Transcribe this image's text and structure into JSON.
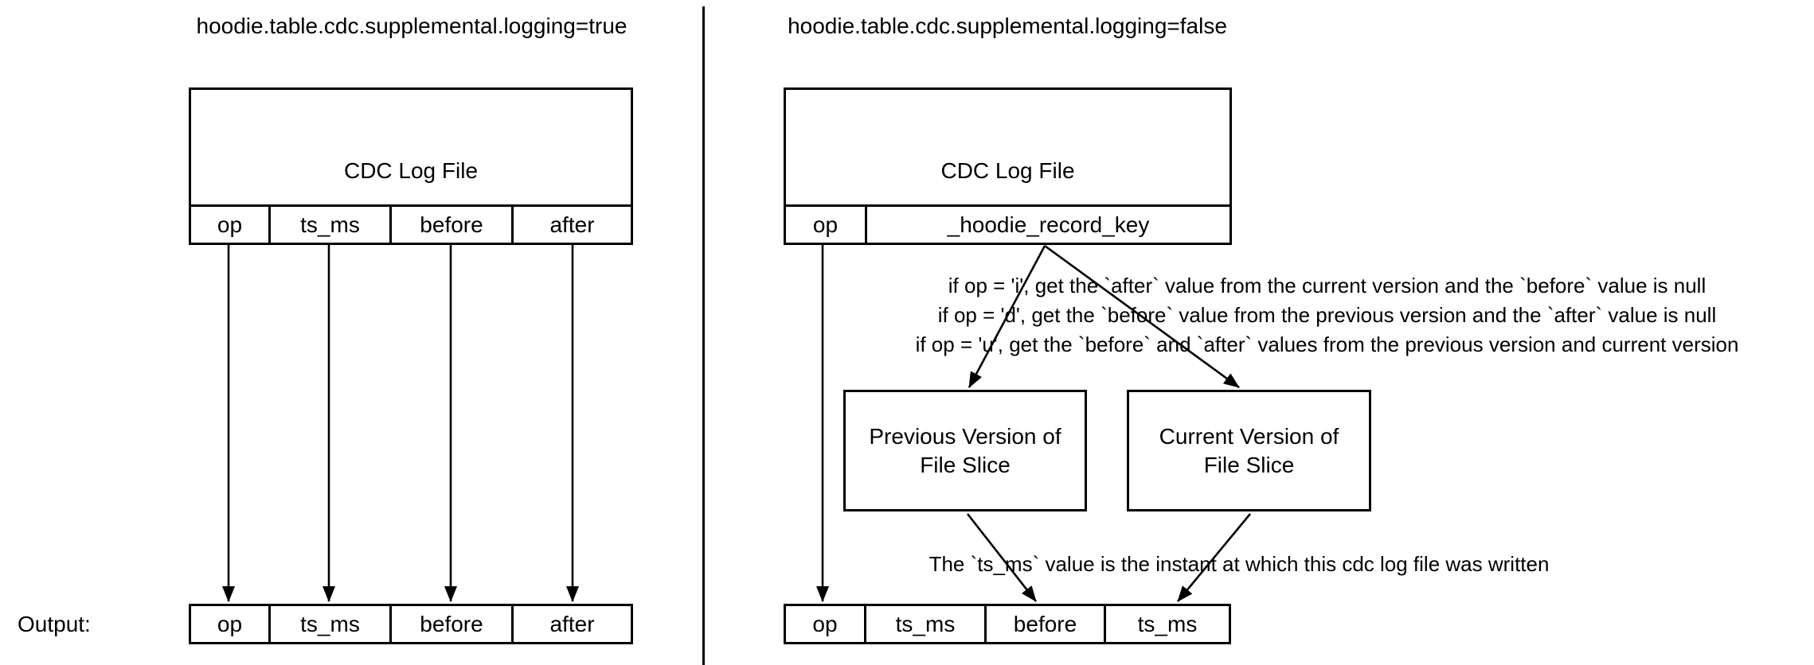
{
  "colors": {
    "ink": "#000000",
    "background": "#ffffff"
  },
  "left": {
    "title": "hoodie.table.cdc.supplemental.logging=true",
    "cdc_box_label": "CDC Log File",
    "header_columns": [
      "op",
      "ts_ms",
      "before",
      "after"
    ],
    "output_label": "Output:",
    "output_columns": [
      "op",
      "ts_ms",
      "before",
      "after"
    ]
  },
  "right": {
    "title": "hoodie.table.cdc.supplemental.logging=false",
    "cdc_box_label": "CDC Log File",
    "header_columns": [
      "op",
      "_hoodie_record_key"
    ],
    "conditions": [
      "if op = 'i', get the `after` value from the current version and the `before` value is null",
      "if op = 'd', get the `before` value from the previous version and the `after` value is null",
      "if op = 'u', get the `before` and `after` values from the previous version and current version"
    ],
    "previous_box_label": "Previous Version of\nFile Slice",
    "current_box_label": "Current Version of\nFile Slice",
    "ts_ms_note": "The `ts_ms` value is the instant at which this cdc log file was written",
    "output_columns": [
      "op",
      "ts_ms",
      "before",
      "ts_ms"
    ]
  }
}
